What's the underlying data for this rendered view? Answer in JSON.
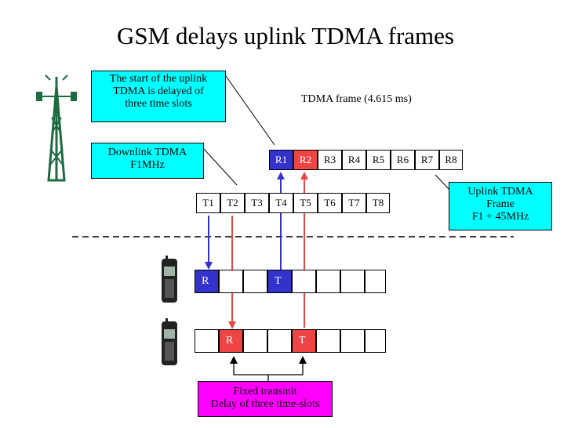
{
  "title": "GSM delays uplink TDMA frames",
  "callouts": {
    "delay_note": [
      "The start of the uplink",
      "TDMA is delayed of",
      "three time slots"
    ],
    "downlink": [
      "Downlink TDMA",
      "F1MHz"
    ],
    "uplink": [
      "Uplink TDMA",
      "Frame",
      "F1 + 45MHz"
    ],
    "fixed_transmit": [
      "Fixed transmit",
      "Delay of three time-slots"
    ]
  },
  "frame_label": "TDMA frame (4.615 ms)",
  "uplink_slots": [
    "R1",
    "R2",
    "R3",
    "R4",
    "R5",
    "R6",
    "R7",
    "R8"
  ],
  "downlink_slots": [
    "T1",
    "T2",
    "T3",
    "T4",
    "T5",
    "T6",
    "T7",
    "T8"
  ],
  "phone1_slots": [
    "R",
    "",
    "",
    "T",
    "",
    "",
    "",
    ""
  ],
  "phone2_slots": [
    "",
    "R",
    "",
    "",
    "T",
    "",
    "",
    ""
  ],
  "colors": {
    "blue": "#3333cc",
    "red": "#ee4444",
    "cyan": "#00ffff",
    "magenta": "#ff00ff"
  },
  "icons": [
    "antenna-tower-icon",
    "mobile-phone-icon"
  ]
}
